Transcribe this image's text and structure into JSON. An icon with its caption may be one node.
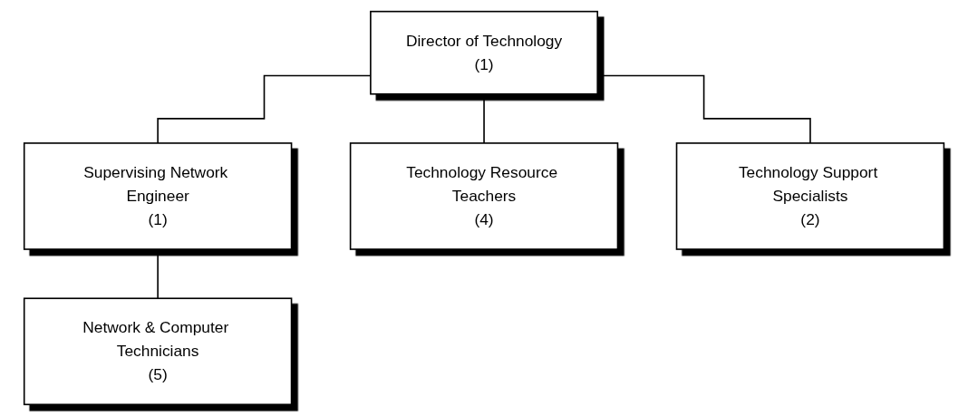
{
  "diagram": {
    "nodes": [
      {
        "text": [
          "Director of Technology",
          "(1)"
        ]
      },
      {
        "text": [
          "Supervising Network Engineer",
          "(1)"
        ]
      },
      {
        "text": [
          "Technology Resource Teachers",
          "(4)"
        ]
      },
      {
        "text": [
          "Technology Support Specialists",
          "(2)"
        ]
      },
      {
        "text": [
          "Network & Computer Technicians",
          "(5)"
        ]
      }
    ],
    "edges": [
      {
        "from": 0,
        "to": 1,
        "arrow": "none"
      },
      {
        "from": 0,
        "to": 2,
        "arrow": "none"
      },
      {
        "from": 0,
        "to": 3,
        "arrow": "none"
      },
      {
        "from": 1,
        "to": 4,
        "arrow": "none"
      }
    ]
  }
}
